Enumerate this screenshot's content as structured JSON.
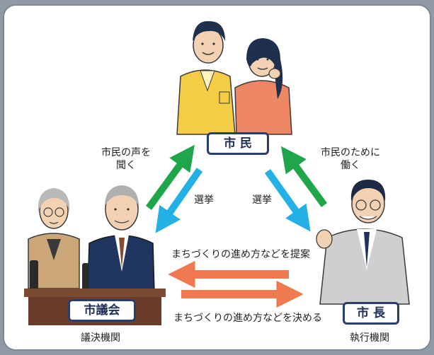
{
  "nodes": {
    "citizens": "市 民",
    "council": "市議会",
    "mayor": "市 長"
  },
  "captions": {
    "council_role": "議決機関",
    "mayor_role": "執行機関"
  },
  "edges": {
    "citizens_to_council_line1": "市民の声を",
    "citizens_to_council_line2": "聞く",
    "election_left": "選挙",
    "election_right": "選挙",
    "mayor_to_citizens_line1": "市民のために",
    "mayor_to_citizens_line2": "働く",
    "mayor_proposes": "まちづくりの進め方などを提案",
    "council_decides": "まちづくりの進め方などを決める"
  },
  "colors": {
    "green_arrow": "#1fa64a",
    "blue_arrow": "#22b0e6",
    "orange_arrow": "#ef7a4f",
    "label_border": "#2b3d6a"
  }
}
